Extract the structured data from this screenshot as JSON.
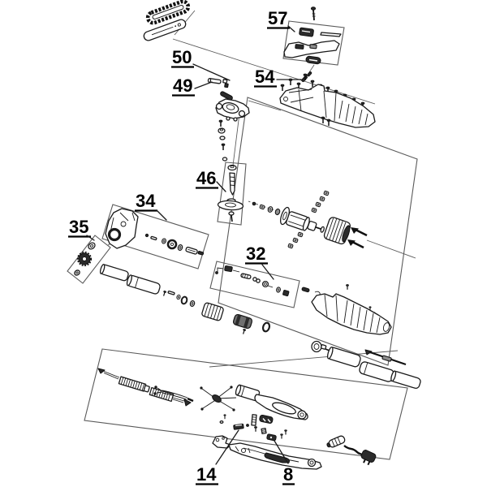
{
  "diagram": {
    "type": "exploded-parts-diagram",
    "subject": "pole-saw-hedge-trimmer-parts",
    "colors": {
      "ink": "#1a1a1a",
      "dark_fill": "#2b2b2b",
      "light_fill": "#ffffff",
      "construction_line": "#5a5a5a",
      "background": "#ffffff"
    },
    "callouts": [
      {
        "label": "57",
        "target": "cover-parts-box"
      },
      {
        "label": "50",
        "target": "chain-tensioner-block"
      },
      {
        "label": "49",
        "target": "tensioner-pin"
      },
      {
        "label": "54",
        "target": "housing-screw"
      },
      {
        "label": "46",
        "target": "spindle-washer-box"
      },
      {
        "label": "34",
        "target": "gearbox-parts-box"
      },
      {
        "label": "35",
        "target": "gear-washer-box"
      },
      {
        "label": "32",
        "target": "switch-linkage-box"
      },
      {
        "label": "14",
        "target": "switch-plate"
      },
      {
        "label": "8",
        "target": "lock-button"
      }
    ]
  }
}
